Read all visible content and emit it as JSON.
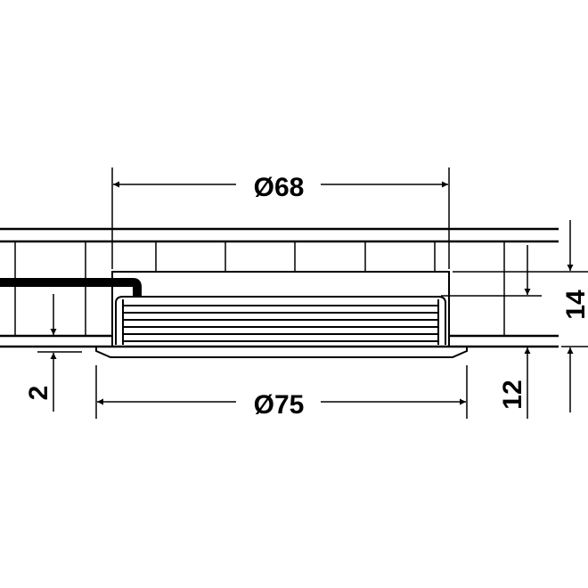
{
  "drawing": {
    "dimensions": {
      "inner_diameter": "Ø68",
      "outer_diameter": "Ø75",
      "total_depth": "14",
      "body_depth": "12",
      "flange_thickness": "2"
    },
    "colors": {
      "line": "#000000",
      "background": "#ffffff"
    }
  }
}
